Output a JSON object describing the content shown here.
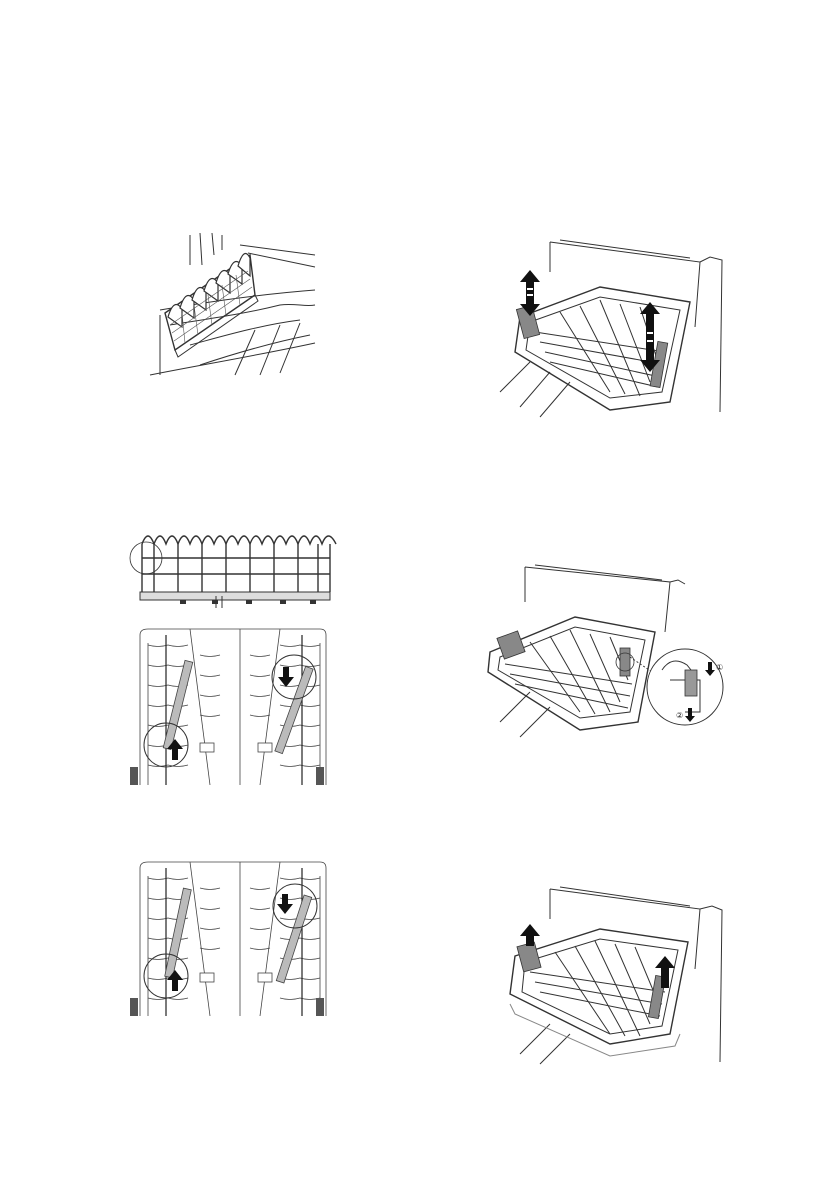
{
  "figures": {
    "rack_insert": {
      "icon": "cutlery-rack-insert-illustration"
    },
    "tines_front": {
      "icon": "folding-tines-front-view"
    },
    "tines_top_1": {
      "icon": "folding-tines-top-view-arrows"
    },
    "tines_top_2": {
      "icon": "folding-tines-top-view-arrows"
    },
    "basket_1": {
      "icon": "upper-basket-height-adjust"
    },
    "basket_2": {
      "icon": "upper-basket-release-lever"
    },
    "basket_3": {
      "icon": "upper-basket-lift-out"
    }
  },
  "callouts": {
    "step_one": "①",
    "step_two": "②"
  },
  "colors": {
    "line": "#333333",
    "arrow": "#111111",
    "handle": "#777777"
  }
}
